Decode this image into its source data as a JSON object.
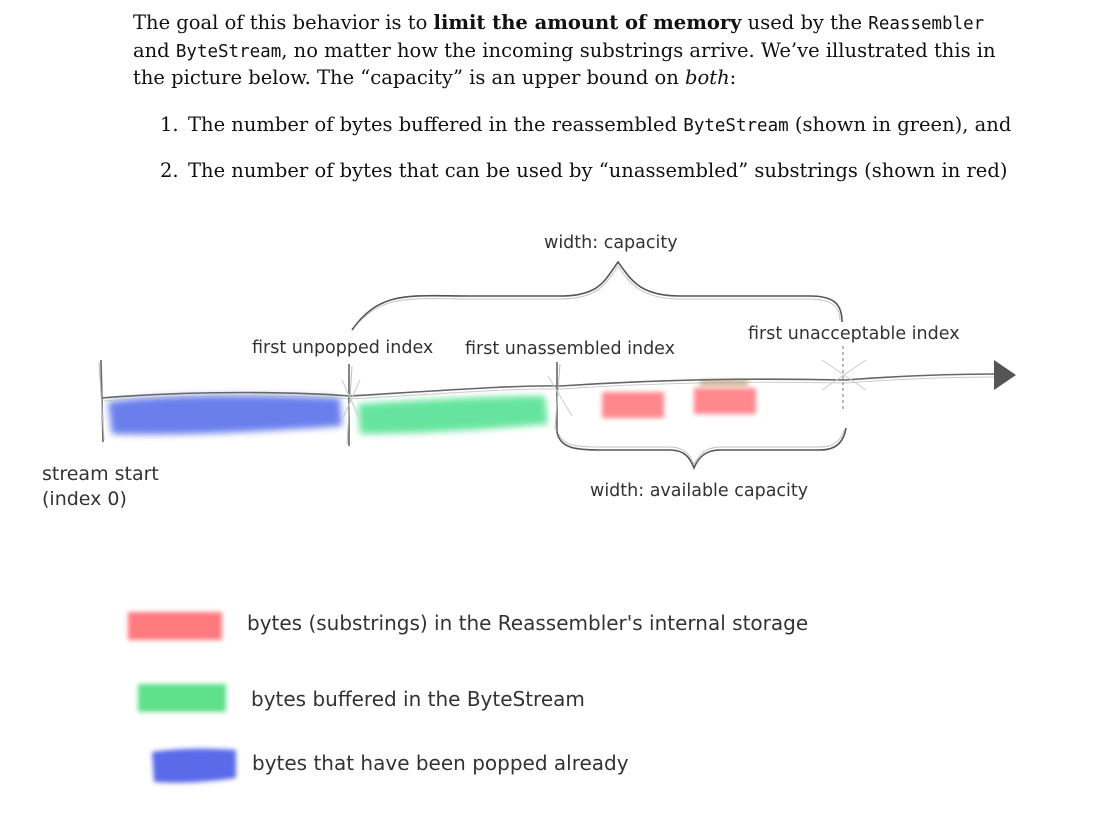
{
  "paragraph": {
    "s1": "The goal of this behavior is to ",
    "s2_bold": "limit the amount of memory",
    "s3": " used by the ",
    "s4_mono": "Reassembler",
    "s5": " and ",
    "s6_mono": "ByteStream",
    "s7": ", no matter how the incoming substrings arrive. We’ve illustrated this in the picture below. The “capacity” is an upper bound on ",
    "s8_italic": "both",
    "s9": ":"
  },
  "list": [
    {
      "num": "1.",
      "pre": "The number of bytes buffered in the reassembled ",
      "mono": "ByteStream",
      "post": " (shown in green), and"
    },
    {
      "num": "2.",
      "text": "The number of bytes that can be used by “unassembled” substrings (shown in red)"
    }
  ],
  "diagram": {
    "width_capacity": "width: capacity",
    "first_unpopped": "first unpopped index",
    "first_unassembled": "first unassembled index",
    "first_unacceptable": "first unacceptable index",
    "stream_start_1": "stream start",
    "stream_start_2": "(index 0)",
    "width_available": "width: available capacity"
  },
  "legend": [
    {
      "label": "bytes (substrings) in the Reassembler's internal storage",
      "color": "#ff7a7f"
    },
    {
      "label": "bytes buffered in the ByteStream",
      "color": "#5ee08a"
    },
    {
      "label": "bytes that have been popped already",
      "color": "#5a6ae8"
    }
  ],
  "colors": {
    "popped": "#5a72ea",
    "buffered": "#56e295",
    "unassembled": "#ff7c82",
    "line": "#666666"
  }
}
